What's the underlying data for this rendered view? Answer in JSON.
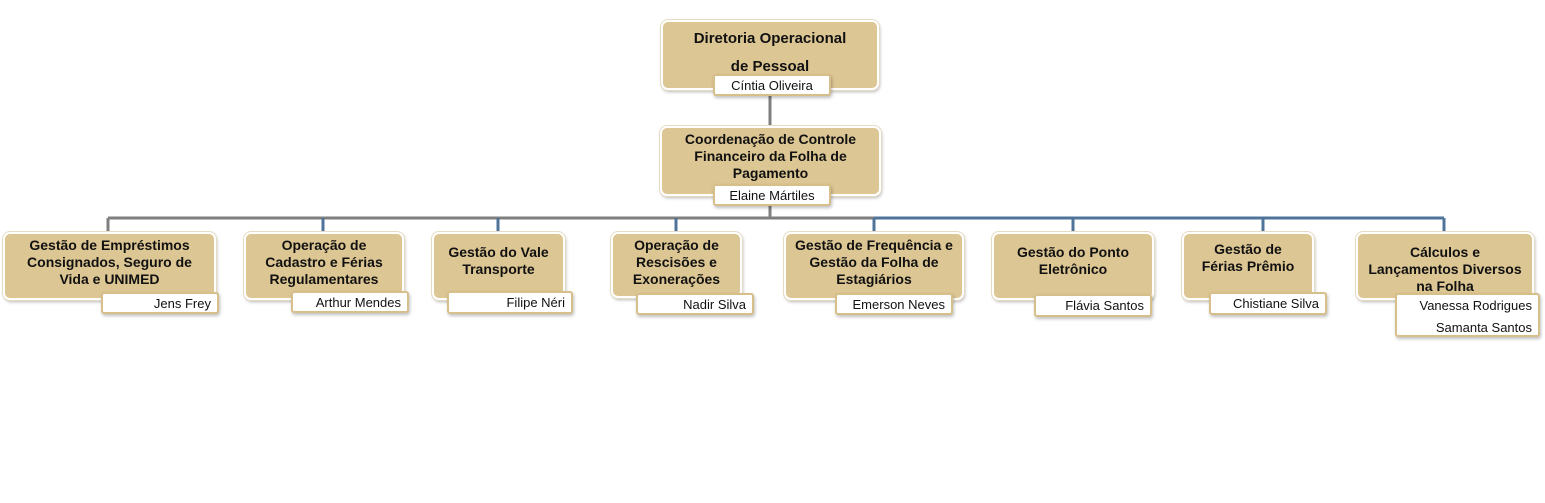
{
  "top": {
    "title": "Diretoria Operacional de Pessoal",
    "person": "Cíntia Oliveira"
  },
  "coordination": {
    "title": "Coordenação de Controle Financeiro da Folha de Pagamento",
    "person": "Elaine Mártiles"
  },
  "units": [
    {
      "title": "Gestão de Empréstimos Consignados, Seguro de Vida e UNIMED",
      "person": "Jens Frey"
    },
    {
      "title": "Operação de Cadastro e Férias Regulamentares",
      "person": "Arthur Mendes"
    },
    {
      "title": "Gestão do Vale Transporte",
      "person": "Filipe Néri"
    },
    {
      "title": "Operação de Rescisões e Exonerações",
      "person": "Nadir  Silva"
    },
    {
      "title": "Gestão de Frequência e Gestão da Folha de Estagiários",
      "person": "Emerson Neves"
    },
    {
      "title": "Gestão do Ponto Eletrônico",
      "person": "Flávia Santos"
    },
    {
      "title": "Gestão de Férias Prêmio",
      "person": "Chistiane Silva"
    },
    {
      "title": "Cálculos e Lançamentos Diversos na Folha",
      "persons": [
        "Vanessa Rodrigues",
        "Samanta Santos"
      ]
    }
  ],
  "colors": {
    "box_fill": "#dcc693",
    "connector_left": "#7f7f7f",
    "connector_right": "#4f7399"
  }
}
